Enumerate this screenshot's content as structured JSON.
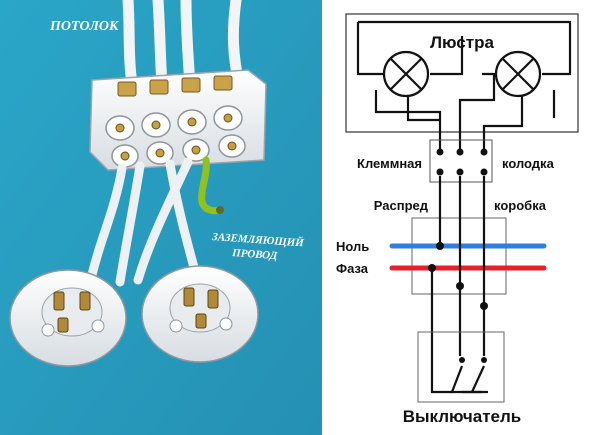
{
  "photo": {
    "ceiling_label": "ПОТОЛОК",
    "ground_label_line1": "ЗАЗЕМЛЯЮЩИЙ",
    "ground_label_line2": "ПРОВОД",
    "background_color": "#29a3c4",
    "ground_wire_color": "#8fc21f"
  },
  "scheme": {
    "chandelier_label": "Люстра",
    "terminal_label_left": "Клеммная",
    "terminal_label_right": "колодка",
    "junction_label_left": "Распред",
    "junction_label_right": "коробка",
    "neutral_label": "Ноль",
    "phase_label": "Фаза",
    "switch_label": "Выключатель",
    "neutral_color": "#2f7fe0",
    "phase_color": "#e8202a"
  }
}
